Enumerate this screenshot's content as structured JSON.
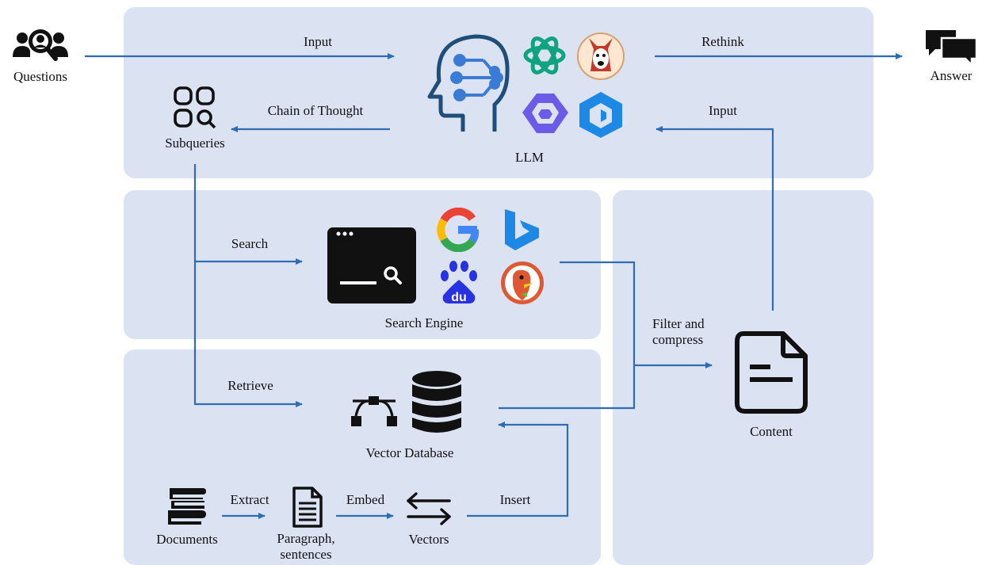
{
  "nodes": {
    "questions": "Questions",
    "answer": "Answer",
    "subqueries": "Subqueries",
    "llm": "LLM",
    "search_engine": "Search Engine",
    "vector_database": "Vector Database",
    "content": "Content",
    "documents": "Documents",
    "paragraph_line1": "Paragraph,",
    "paragraph_line2": "sentences",
    "vectors": "Vectors"
  },
  "edges": {
    "input_top": "Input",
    "rethink": "Rethink",
    "chain_of_thought": "Chain of Thought",
    "input_right": "Input",
    "search": "Search",
    "retrieve": "Retrieve",
    "filter_line1": "Filter and",
    "filter_line2": "compress",
    "extract": "Extract",
    "embed": "Embed",
    "insert": "Insert"
  },
  "colors": {
    "panel": "#dbe3f3",
    "arrow": "#2e6db4",
    "icon": "#111111",
    "openai": "#10a37f",
    "google_blue": "#4285f4",
    "google_red": "#ea4335",
    "google_yellow": "#fbbc05",
    "google_green": "#34a853",
    "bing": "#1e88e5",
    "baidu": "#2932e1",
    "duckduckgo": "#de5833",
    "llm_head": "#1f4e79",
    "llm_circuit": "#3a7bd5"
  },
  "icons": [
    "users-search-icon",
    "chat-bubbles-icon",
    "ai-head-icon",
    "openai-logo-icon",
    "llama-logo-icon",
    "qwen-logo-icon",
    "deepseek-cube-icon",
    "subqueries-grid-icon",
    "terminal-search-icon",
    "google-logo-icon",
    "bing-logo-icon",
    "baidu-logo-icon",
    "duckduckgo-logo-icon",
    "bezier-vector-icon",
    "database-icon",
    "document-icon",
    "books-icon",
    "paragraph-page-icon",
    "swap-arrows-icon"
  ]
}
